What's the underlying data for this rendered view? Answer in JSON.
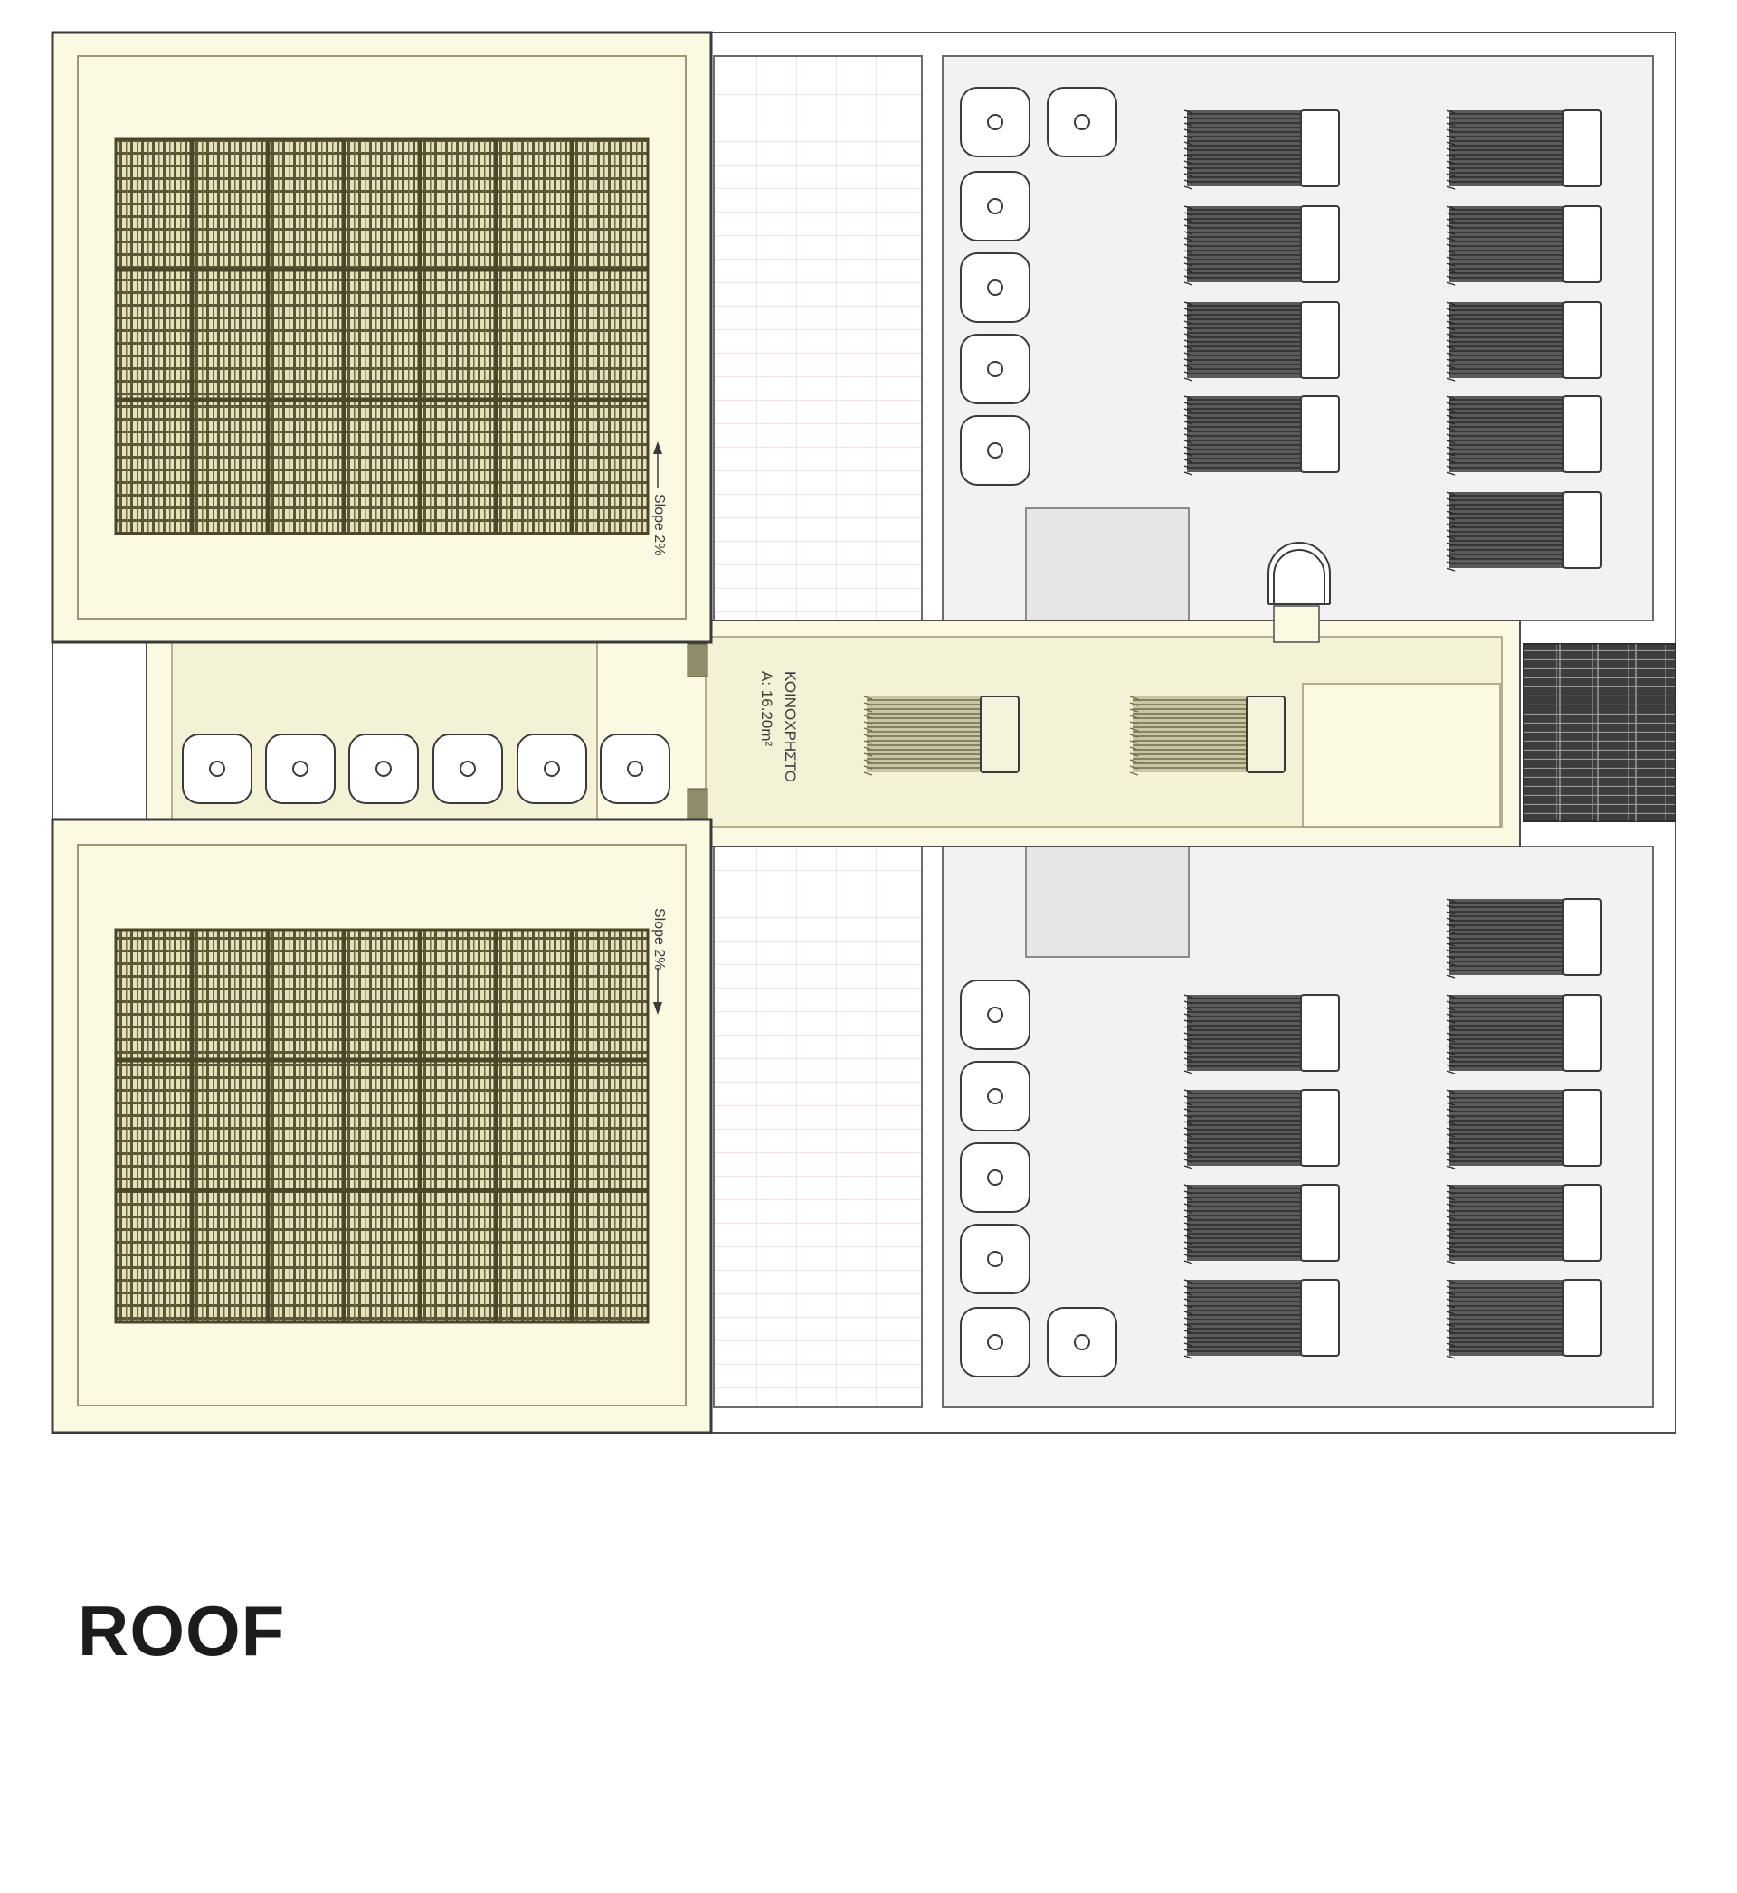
{
  "title": "ROOF",
  "colors": {
    "cream": "#fbf9e2",
    "cream_corridor": "#f3f1d6",
    "panel_dark": "#5a5636",
    "panel_light": "#e6e1bb",
    "terrace_grey": "#f2f2f2",
    "slab": "#e6e6e6",
    "stair_dark": "#3d3d3d",
    "tile_line": "#dcc8cf",
    "outline": "#4d4d4d"
  },
  "annotations": {
    "corridor_label": "ΚΟΙΝΟΧΡΗΣΤΟ",
    "corridor_area": "Α: 16.20m²",
    "slope_top": "Slope 2%",
    "slope_bottom": "Slope 2%"
  },
  "icons": {
    "solar_array": "solar-panel-array-icon",
    "sun_lounger": "sun-lounger-icon",
    "planter": "planter-pot-icon",
    "shower": "outdoor-shower-icon",
    "stairs": "staircase-icon"
  }
}
